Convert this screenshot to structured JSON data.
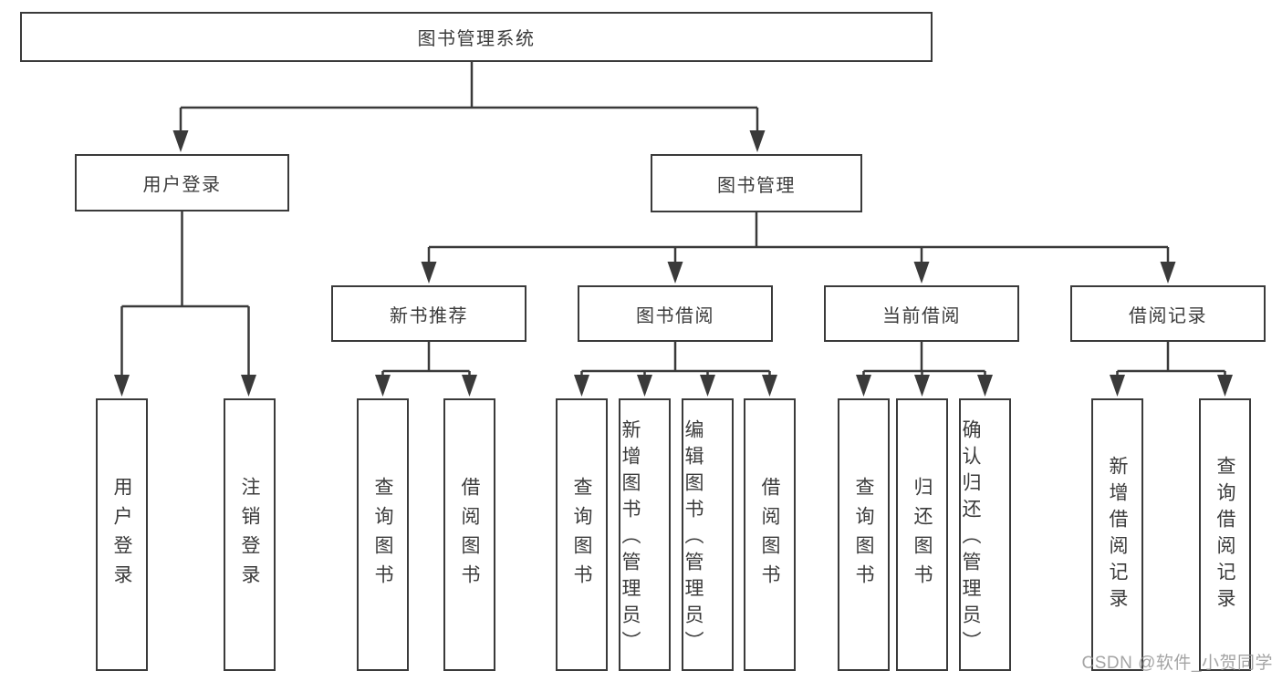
{
  "diagram": {
    "root": {
      "label": "图书管理系统",
      "children": [
        {
          "label": "用户登录",
          "children": [
            {
              "label": "用户登录"
            },
            {
              "label": "注销登录"
            }
          ]
        },
        {
          "label": "图书管理",
          "children": [
            {
              "label": "新书推荐",
              "children": [
                {
                  "label": "查询图书"
                },
                {
                  "label": "借阅图书"
                }
              ]
            },
            {
              "label": "图书借阅",
              "children": [
                {
                  "label": "查询图书"
                },
                {
                  "label": "新增图书（管理员）"
                },
                {
                  "label": "编辑图书（管理员）"
                },
                {
                  "label": "借阅图书"
                }
              ]
            },
            {
              "label": "当前借阅",
              "children": [
                {
                  "label": "查询图书"
                },
                {
                  "label": "归还图书"
                },
                {
                  "label": "确认归还（管理员）"
                }
              ]
            },
            {
              "label": "借阅记录",
              "children": [
                {
                  "label": "新增借阅记录"
                },
                {
                  "label": "查询借阅记录"
                }
              ]
            }
          ]
        }
      ]
    },
    "watermark": "CSDN @软件_小贺同学",
    "colors": {
      "line": "#3a3a3a",
      "text": "#3b3b3b",
      "watermark": "#949494",
      "background": "#ffffff"
    }
  }
}
